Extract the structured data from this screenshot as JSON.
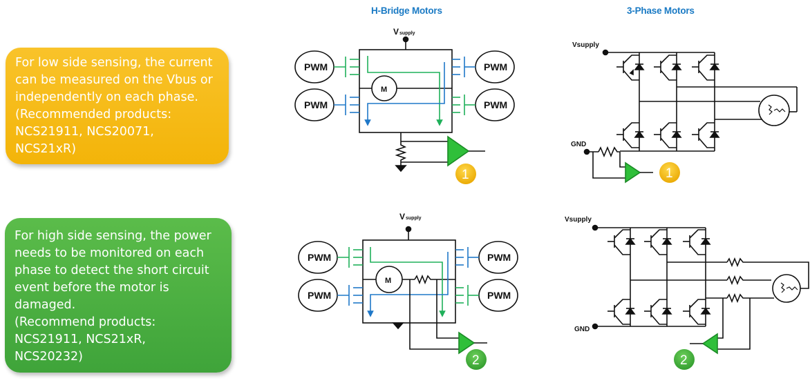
{
  "columns": {
    "hbridge_title": "H-Bridge Motors",
    "threephase_title": "3-Phase Motors"
  },
  "colors": {
    "title_blue": "#1a7ac4",
    "low_side_callout": "#f5b90f",
    "high_side_callout": "#4db044",
    "amp_green": "#2fbf3a",
    "current_green": "#1fb05a",
    "current_blue": "#1f78c8",
    "badge1": "#f4b400",
    "badge2": "#3fa43a"
  },
  "low_side": {
    "lines": [
      "For low side sensing, the current",
      "can be measured on the Vbus or",
      "independently on each phase.",
      "(Recommended products:",
      "NCS21911, NCS20071,",
      "NCS21xR)"
    ],
    "hbridge": {
      "supply_label_main": "V",
      "supply_label_sub": "supply",
      "pwm_labels": [
        "PWM",
        "PWM",
        "PWM",
        "PWM"
      ],
      "motor_label": "M",
      "badge": "1"
    },
    "threephase": {
      "supply_label": "Vsupply",
      "gnd_label": "GND",
      "badge": "1"
    }
  },
  "high_side": {
    "lines": [
      "For high side sensing, the power",
      "needs to be monitored on each",
      "phase to detect the short circuit",
      "event before the motor is",
      "damaged.",
      "(Recommend products:",
      "NCS21911, NCS21xR,",
      "NCS20232)"
    ],
    "hbridge": {
      "supply_label_main": "V",
      "supply_label_sub": "supply",
      "pwm_labels": [
        "PWM",
        "PWM",
        "PWM",
        "PWM"
      ],
      "motor_label": "M",
      "badge": "2"
    },
    "threephase": {
      "supply_label": "Vsupply",
      "gnd_label": "GND",
      "badge": "2"
    }
  }
}
